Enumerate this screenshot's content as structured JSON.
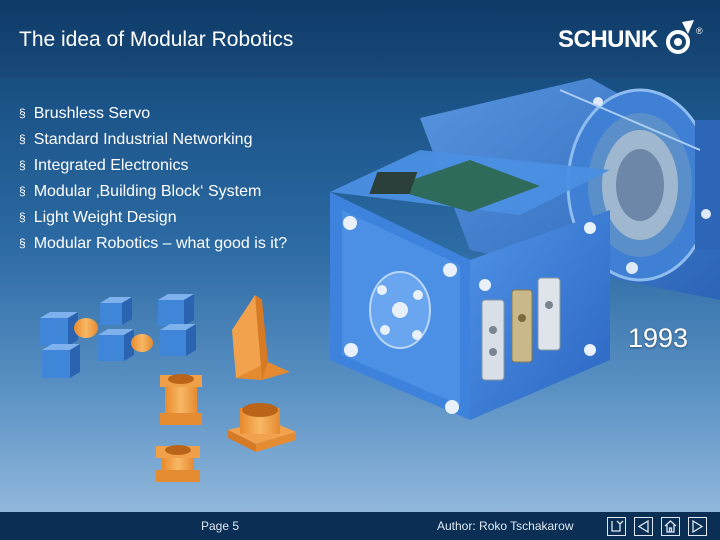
{
  "slide": {
    "title": "The idea of Modular Robotics",
    "brand": "SCHUNK",
    "registered_mark": "®",
    "bullet_marker": "§",
    "bullets": [
      "Brushless Servo",
      "Standard Industrial Networking",
      "Integrated Electronics",
      "Modular ‚Building Block‘ System",
      "Light Weight Design",
      "Modular Robotics – what good is it?"
    ],
    "year": "1993"
  },
  "footer": {
    "page": "Page 5",
    "author": "Author: Roko Tschakarow",
    "nav_icons": [
      "return-icon",
      "previous-icon",
      "home-icon",
      "next-icon"
    ]
  },
  "colors": {
    "header": "#184a7a",
    "module_blue": "#3a7fd6",
    "part_orange": "#f0a24e",
    "cube_blue": "#3f86d8"
  }
}
